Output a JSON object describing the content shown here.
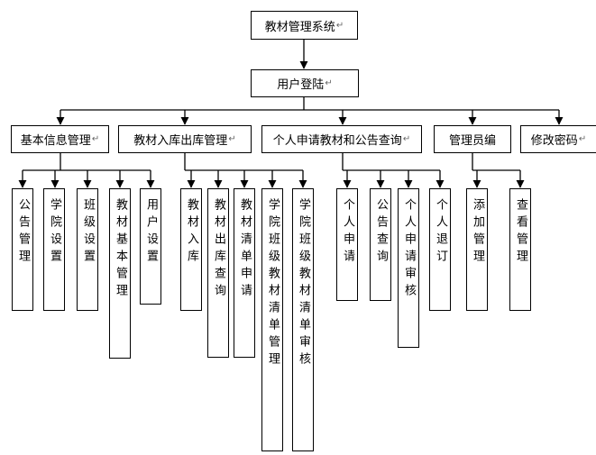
{
  "root": {
    "label": "教材管理系统"
  },
  "login": {
    "label": "用户登陆"
  },
  "paragraph_mark": "↵",
  "modules": [
    {
      "label": "基本信息管理",
      "children": [
        "公告管理",
        "学院设置",
        "班级设置",
        "教材基本管理",
        "用户设置"
      ]
    },
    {
      "label": "教材入库出库管理",
      "children": [
        "教材入库",
        "教材出库查询",
        "教材清单申请",
        "学院班级教材清单管理",
        "学院班级教材清单审核"
      ]
    },
    {
      "label": "个人申请教材和公告查询",
      "children": [
        "个人申请",
        "公告查询",
        "个人申请审核",
        "个人退订"
      ]
    },
    {
      "label": "管理员编",
      "children": [
        "添加管理",
        "查看管理"
      ]
    },
    {
      "label": "修改密码",
      "children": []
    }
  ]
}
